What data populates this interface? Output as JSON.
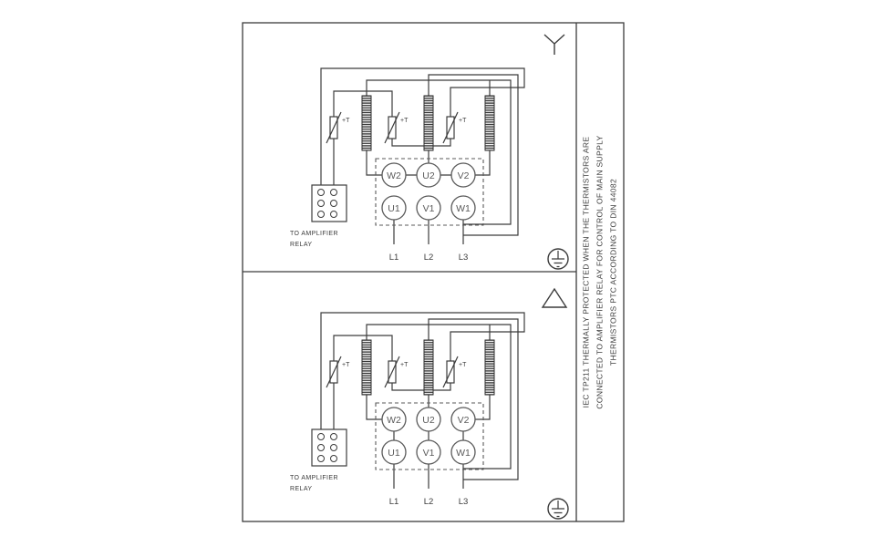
{
  "colors": {
    "line": "#3c3c3c",
    "background": "#ffffff",
    "label": "#5a5a5a"
  },
  "side_note": {
    "line1": "IEC TP211 THERMALLY PROTECTED WHEN THE THERMISTORS ARE",
    "line2": "CONNECTED TO AMPLIFIER RELAY FOR CONTROL OF MAIN SUPPLY",
    "line3": "THERMISTORS PTC ACCORDING TO DIN 44082"
  },
  "star_panel": {
    "connection": "star",
    "thermistor_label": "+T",
    "terminals_top": [
      "W2",
      "U2",
      "V2"
    ],
    "terminals_bottom": [
      "U1",
      "V1",
      "W1"
    ],
    "supply_labels": [
      "L1",
      "L2",
      "L3"
    ],
    "relay_note_line1": "TO AMPLIFIER",
    "relay_note_line2": "RELAY"
  },
  "delta_panel": {
    "connection": "delta",
    "thermistor_label": "+T",
    "terminals_top": [
      "W2",
      "U2",
      "V2"
    ],
    "terminals_bottom": [
      "U1",
      "V1",
      "W1"
    ],
    "supply_labels": [
      "L1",
      "L2",
      "L3"
    ],
    "relay_note_line1": "TO AMPLIFIER",
    "relay_note_line2": "RELAY"
  }
}
